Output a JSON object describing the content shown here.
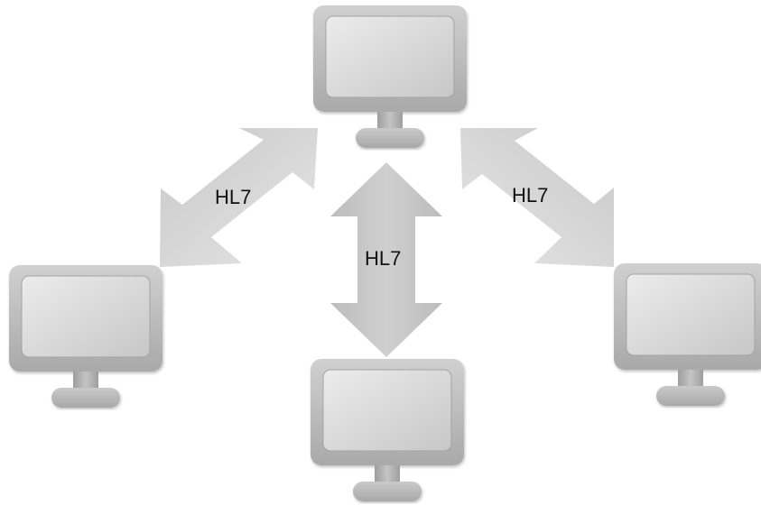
{
  "diagram": {
    "nodes": [
      {
        "id": "top",
        "name": "monitor-top"
      },
      {
        "id": "left",
        "name": "monitor-left"
      },
      {
        "id": "bottom",
        "name": "monitor-bottom"
      },
      {
        "id": "right",
        "name": "monitor-right"
      }
    ],
    "connections": [
      {
        "from": "top",
        "to": "left",
        "label": "HL7"
      },
      {
        "from": "top",
        "to": "bottom",
        "label": "HL7"
      },
      {
        "from": "top",
        "to": "right",
        "label": "HL7"
      }
    ],
    "colors": {
      "arrow_light": "#e0e0e0",
      "arrow_dark": "#bdbdbd",
      "monitor_frame": "#b5b5b5",
      "monitor_screen": "#d6d6d6",
      "text": "#111111"
    }
  }
}
